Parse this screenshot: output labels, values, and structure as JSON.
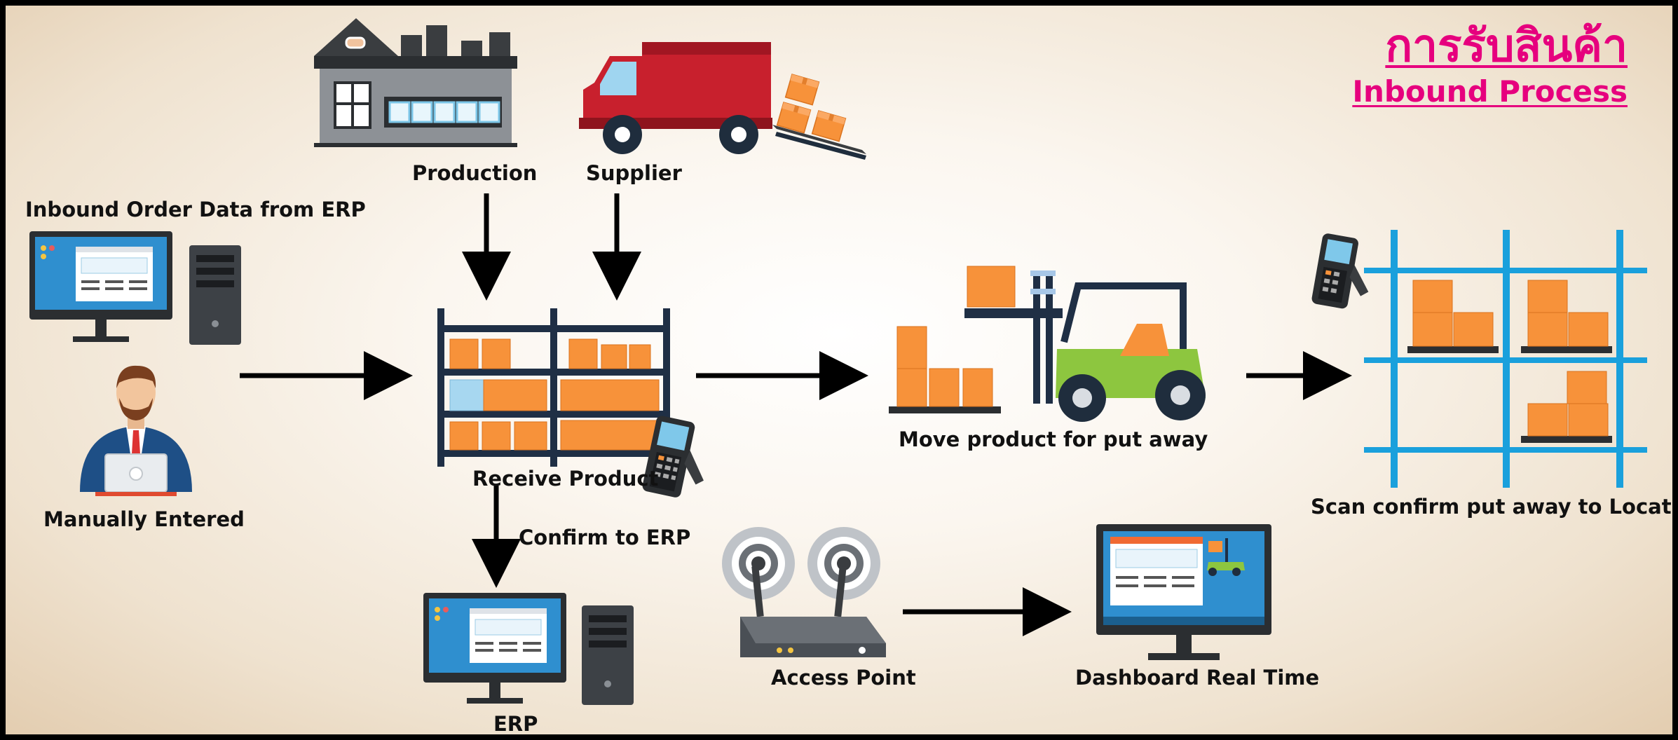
{
  "title": {
    "thai": "การรับสินค้า",
    "english": "Inbound Process"
  },
  "nodes": {
    "production": "Production",
    "supplier": "Supplier",
    "inbound_order": "Inbound Order Data from ERP",
    "manual": "Manually Entered",
    "receive": "Receive Product",
    "confirm": "Confirm to ERP",
    "erp": "ERP",
    "access_point": "Access Point",
    "dashboard": "Dashboard Real Time",
    "move": "Move product for put away",
    "scan": "Scan confirm put away to Location"
  },
  "colors": {
    "accent": "#e6007e",
    "box_orange": "#f7923a",
    "shelf_dark": "#1f2f45",
    "rack_blue": "#1aa0dc",
    "truck_red": "#c8202d",
    "forklift_green": "#8dc63f"
  }
}
